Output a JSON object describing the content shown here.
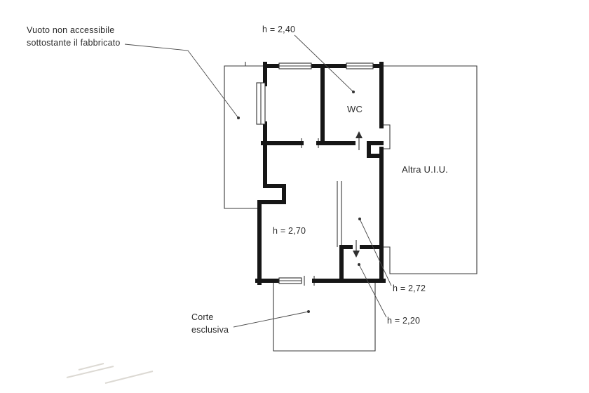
{
  "page": {
    "background": "#ffffff",
    "ink_color": "#161616",
    "annotation_color": "#2b2b2b"
  },
  "floorplan": {
    "labels": {
      "void_line1": "Vuoto non accessibile",
      "void_line2": "sottostante il fabbricato",
      "wc_height": "h = 2,40",
      "wc": "WC",
      "altra_uiu": "Altra U.I.U.",
      "main_height": "h = 2,70",
      "right_room_height": "h = 2,72",
      "bottom_room_height": "h = 2,20",
      "corte_line1": "Corte",
      "corte_line2": "esclusiva"
    }
  }
}
